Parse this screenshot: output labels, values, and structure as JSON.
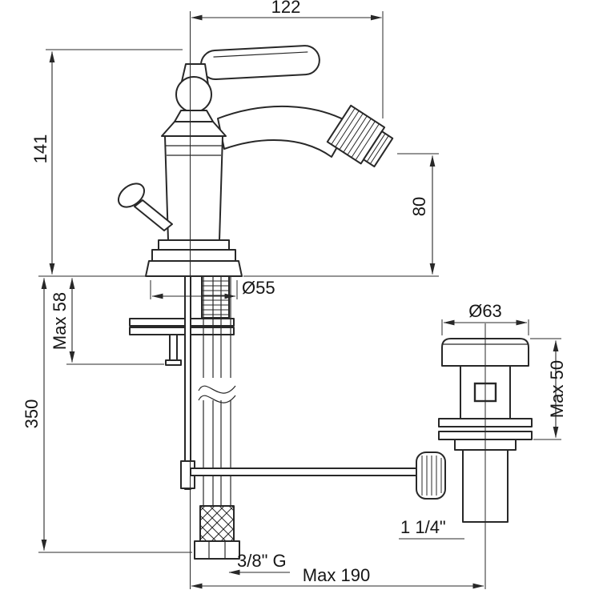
{
  "colors": {
    "line": "#282828",
    "background": "#ffffff"
  },
  "dims": {
    "d122": "122",
    "d141": "141",
    "d80": "80",
    "d55": "Ø55",
    "max58": "Max 58",
    "d350": "350",
    "d63": "Ø63",
    "max50": "Max 50",
    "d114": "1 1/4\"",
    "d38g": "3/8\" G",
    "max190": "Max 190"
  }
}
